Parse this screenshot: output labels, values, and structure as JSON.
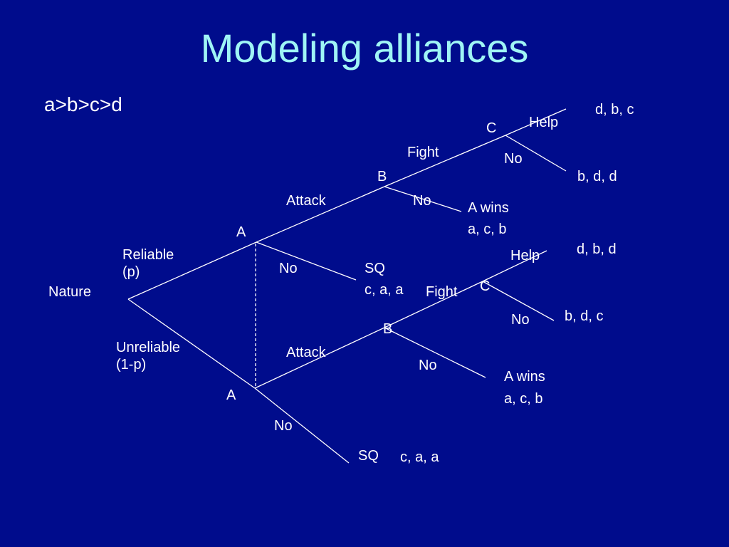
{
  "slide": {
    "title": "Modeling alliances",
    "preference": "a>b>c>d"
  },
  "labels": {
    "nature": "Nature",
    "reliable": "Reliable",
    "reliable_prob": "(p)",
    "unreliable": "Unreliable",
    "unreliable_prob": "(1-p)",
    "a_top": "A",
    "a_bottom": "A",
    "attack_top": "Attack",
    "attack_bottom": "Attack",
    "no_a_top": "No",
    "no_a_bottom": "No",
    "sq_top": "SQ",
    "sq_top_payoff": "c, a, a",
    "sq_bottom": "SQ",
    "sq_bottom_payoff": "c, a, a",
    "b_top": "B",
    "b_bottom": "B",
    "fight_top": "Fight",
    "fight_bottom": "Fight",
    "no_b_top": "No",
    "no_b_bottom": "No",
    "awins_top": "A wins",
    "awins_top_payoff": "a, c, b",
    "awins_bottom": "A wins",
    "awins_bottom_payoff": "a, c, b",
    "c_top": "C",
    "c_bottom": "C",
    "help_top": "Help",
    "help_bottom": "Help",
    "no_c_top": "No",
    "no_c_bottom": "No",
    "payoff_help_top": "d, b, c",
    "payoff_noc_top": "b, d, d",
    "payoff_help_bottom": "d, b, d",
    "payoff_noc_bottom": "b, d, c"
  },
  "colors": {
    "background": "#000c8c",
    "title": "#9ff5f5",
    "text": "#ffffff"
  }
}
